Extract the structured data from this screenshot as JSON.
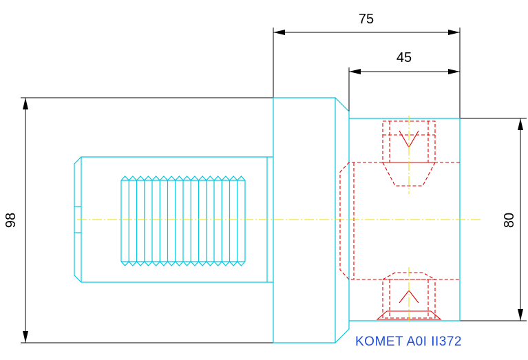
{
  "dimensions": {
    "top_overall": "75",
    "top_inner": "45",
    "left_height": "98",
    "right_height": "80"
  },
  "part_label": "KOMET A0I II372",
  "colors": {
    "outline": "#00c8e0",
    "hidden": "#e00000",
    "centerline": "#e8e000",
    "dimension": "#000000",
    "label": "#1f4fd6"
  }
}
